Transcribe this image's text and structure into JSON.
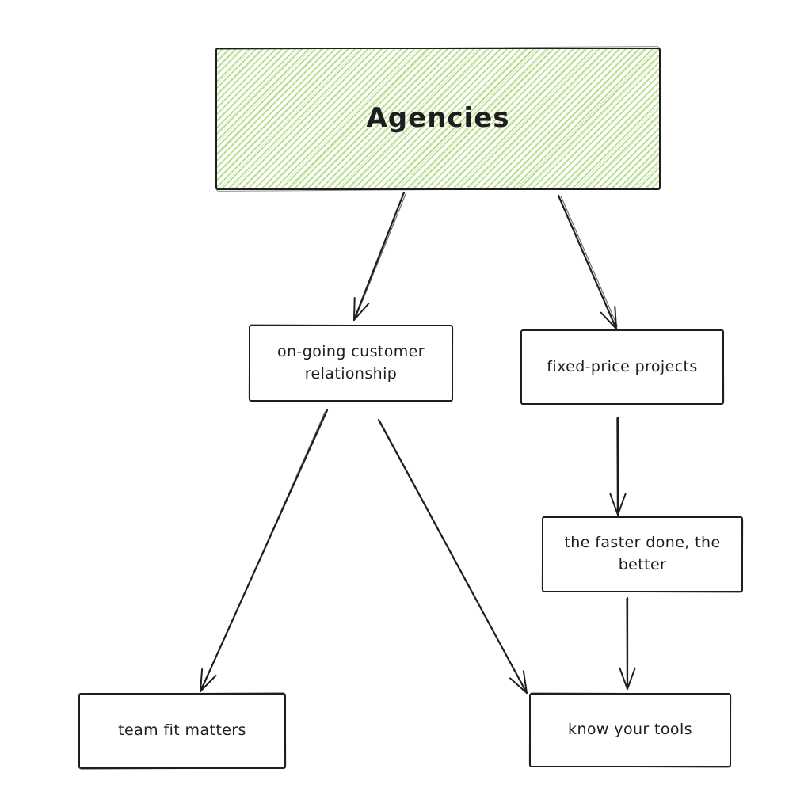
{
  "diagram": {
    "title": "Agencies flowchart",
    "nodes": [
      {
        "id": "agencies",
        "label": "Agencies",
        "fill": "green-hachure"
      },
      {
        "id": "ongoing",
        "label": "on-going customer relationship",
        "fill": "white"
      },
      {
        "id": "fixed",
        "label": "fixed-price projects",
        "fill": "white"
      },
      {
        "id": "faster",
        "label": "the faster done, the better",
        "fill": "white"
      },
      {
        "id": "teamfit",
        "label": "team fit matters",
        "fill": "white"
      },
      {
        "id": "knowtools",
        "label": "know your tools",
        "fill": "white"
      }
    ],
    "edges": [
      {
        "from": "agencies",
        "to": "ongoing"
      },
      {
        "from": "agencies",
        "to": "fixed"
      },
      {
        "from": "ongoing",
        "to": "teamfit"
      },
      {
        "from": "ongoing",
        "to": "knowtools"
      },
      {
        "from": "fixed",
        "to": "faster"
      },
      {
        "from": "faster",
        "to": "knowtools"
      }
    ],
    "colors": {
      "stroke": "#1e1e1e",
      "hachure_green": "#b7dd8c",
      "background": "#ffffff"
    },
    "style": "hand-drawn"
  }
}
